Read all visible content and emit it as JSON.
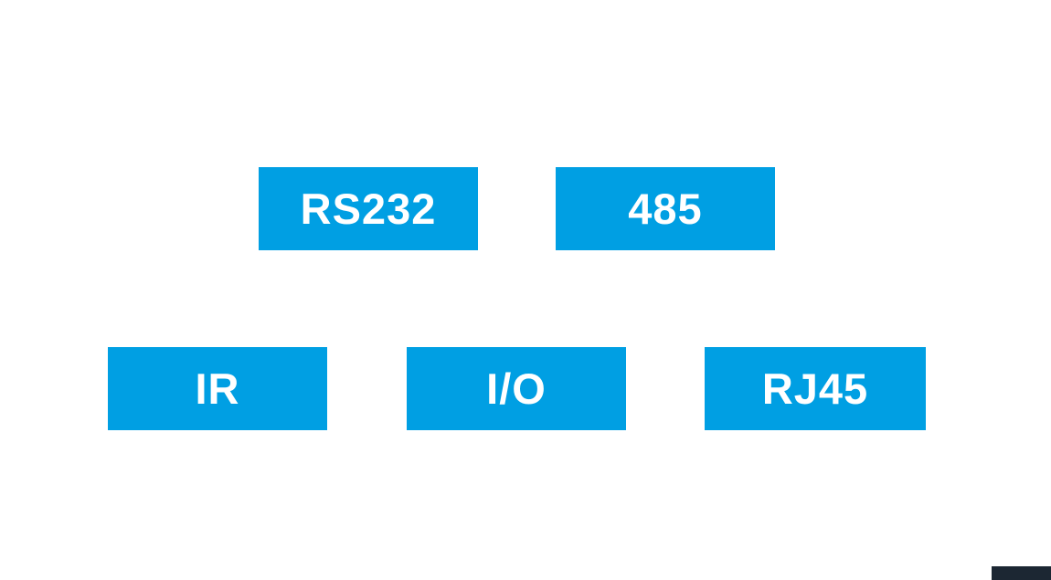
{
  "colors": {
    "accent": "#009FE3",
    "label_text": "#FFFFFF",
    "background": "#FFFFFF",
    "corner_bar": "#1C2733"
  },
  "boxes": [
    {
      "id": "rs232",
      "label": "RS232"
    },
    {
      "id": "485",
      "label": "485"
    },
    {
      "id": "ir",
      "label": "IR"
    },
    {
      "id": "io",
      "label": "I/O"
    },
    {
      "id": "rj45",
      "label": "RJ45"
    }
  ]
}
